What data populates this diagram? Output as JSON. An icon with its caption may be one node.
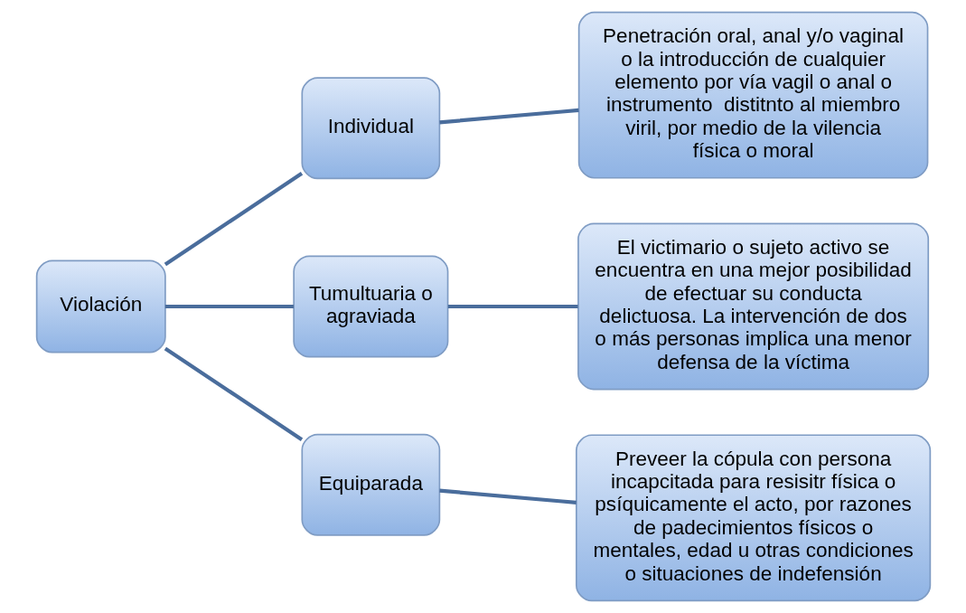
{
  "diagram": {
    "nodes": [
      {
        "text": [
          "Violación"
        ]
      },
      {
        "text": [
          "Individual"
        ]
      },
      {
        "text": [
          "Tumultuaria o agraviada"
        ]
      },
      {
        "text": [
          "Equiparada"
        ]
      },
      {
        "text": [
          "Penetración oral, anal y/o vaginal o la introducción de cualquier elemento por vía vagil o anal o instrumento  distitnto al miembro viril, por medio de la vilencia física o moral"
        ]
      },
      {
        "text": [
          "El victimario o sujeto activo se encuentra en una mejor posibilidad de efectuar su conducta delictuosa. La intervención de dos o más personas implica una menor defensa de la víctima"
        ]
      },
      {
        "text": [
          "Preveer la cópula con persona incapcitada para resisitr física o psíquicamente el acto, por razones de padecimientos físicos o mentales, edad u otras condiciones o situaciones de indefensión"
        ]
      }
    ],
    "edges": [
      {
        "from": 0,
        "to": 1,
        "arrow": "none"
      },
      {
        "from": 0,
        "to": 2,
        "arrow": "none"
      },
      {
        "from": 0,
        "to": 3,
        "arrow": "none"
      },
      {
        "from": 1,
        "to": 4,
        "arrow": "none"
      },
      {
        "from": 2,
        "to": 5,
        "arrow": "none"
      },
      {
        "from": 3,
        "to": 6,
        "arrow": "none"
      }
    ]
  }
}
